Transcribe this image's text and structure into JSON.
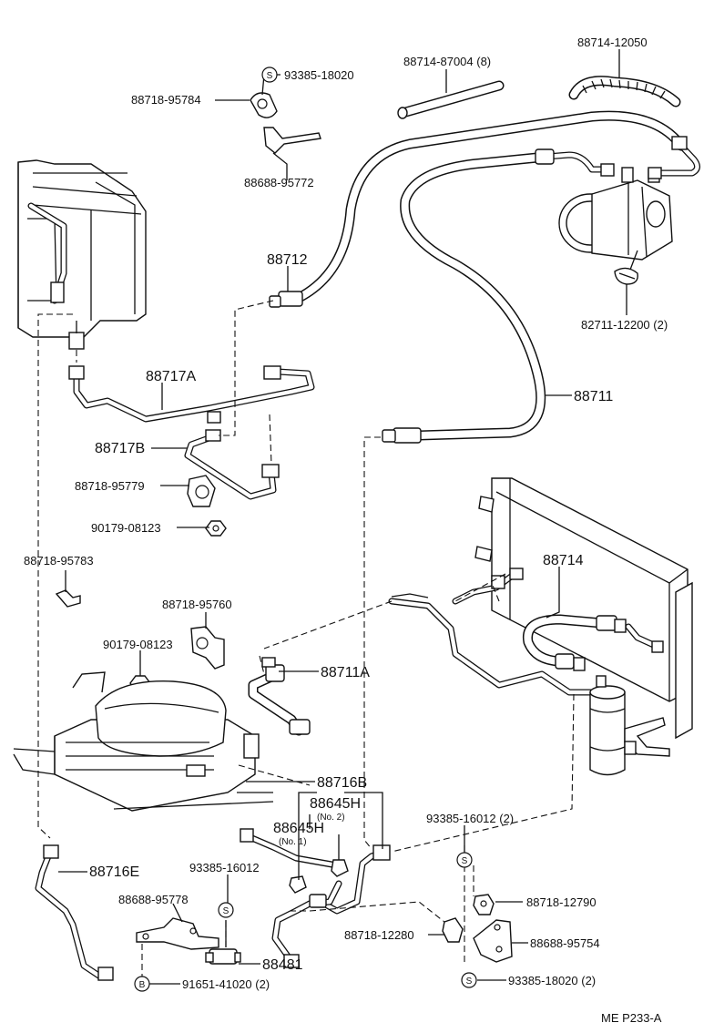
{
  "diagram": {
    "code": "ME  P233-A",
    "symbols": {
      "s_mark": "S",
      "b_mark": "B"
    },
    "labels": {
      "l_93385_18020_top": "93385-18020",
      "l_88718_95784": "88718-95784",
      "l_88688_95772": "88688-95772",
      "l_88714_87004": "88714-87004 (8)",
      "l_88714_12050": "88714-12050",
      "l_88712": "88712",
      "l_82711_12200": "82711-12200 (2)",
      "l_88717A": "88717A",
      "l_88717B": "88717B",
      "l_88711": "88711",
      "l_88718_95779": "88718-95779",
      "l_90179_08123_a": "90179-08123",
      "l_88718_95783": "88718-95783",
      "l_88714": "88714",
      "l_88718_95760": "88718-95760",
      "l_90179_08123_b": "90179-08123",
      "l_88711A": "88711A",
      "l_88716B": "88716B",
      "l_88645H_no2": "88645H",
      "l_no2": "(No. 2)",
      "l_88645H_no1": "88645H",
      "l_no1": "(No. 1)",
      "l_93385_16012_2": "93385-16012 (2)",
      "l_88716E": "88716E",
      "l_93385_16012": "93385-16012",
      "l_88718_12790": "88718-12790",
      "l_88688_95778": "88688-95778",
      "l_88718_12280": "88718-12280",
      "l_88688_95754": "88688-95754",
      "l_88481": "88481",
      "l_91651_41020": "91651-41020 (2)",
      "l_93385_18020_bottom": "93385-18020 (2)"
    }
  }
}
